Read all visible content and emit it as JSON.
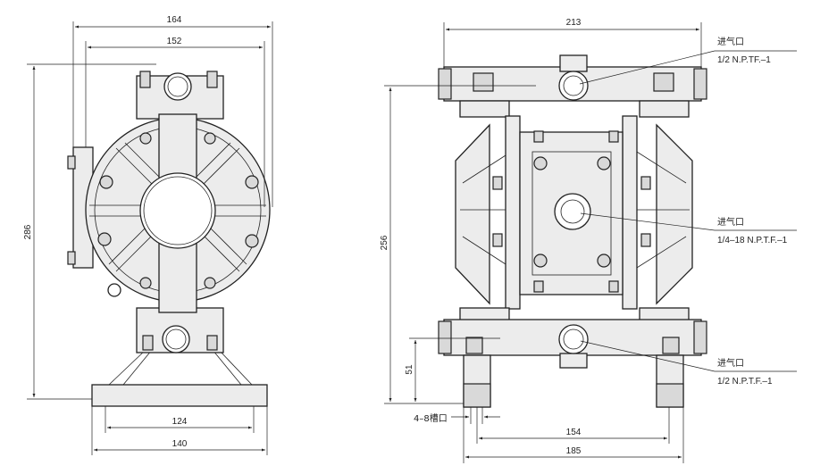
{
  "left_view": {
    "dim_width_outer": "164",
    "dim_width_inner": "152",
    "dim_height": "286",
    "dim_base_inner": "124",
    "dim_base_outer": "140"
  },
  "right_view": {
    "dim_width_top": "213",
    "dim_height": "256",
    "dim_outlet_height": "51",
    "dim_foot_inner": "154",
    "dim_foot_outer": "185",
    "slot_label": "4–8槽口",
    "callouts": [
      {
        "title": "进气口",
        "spec": "1/2 N.P.TF.–1"
      },
      {
        "title": "进气口",
        "spec": "1/4–18 N.P.T.F.–1"
      },
      {
        "title": "进气口",
        "spec": "1/2 N.P.T.F.–1"
      }
    ]
  }
}
